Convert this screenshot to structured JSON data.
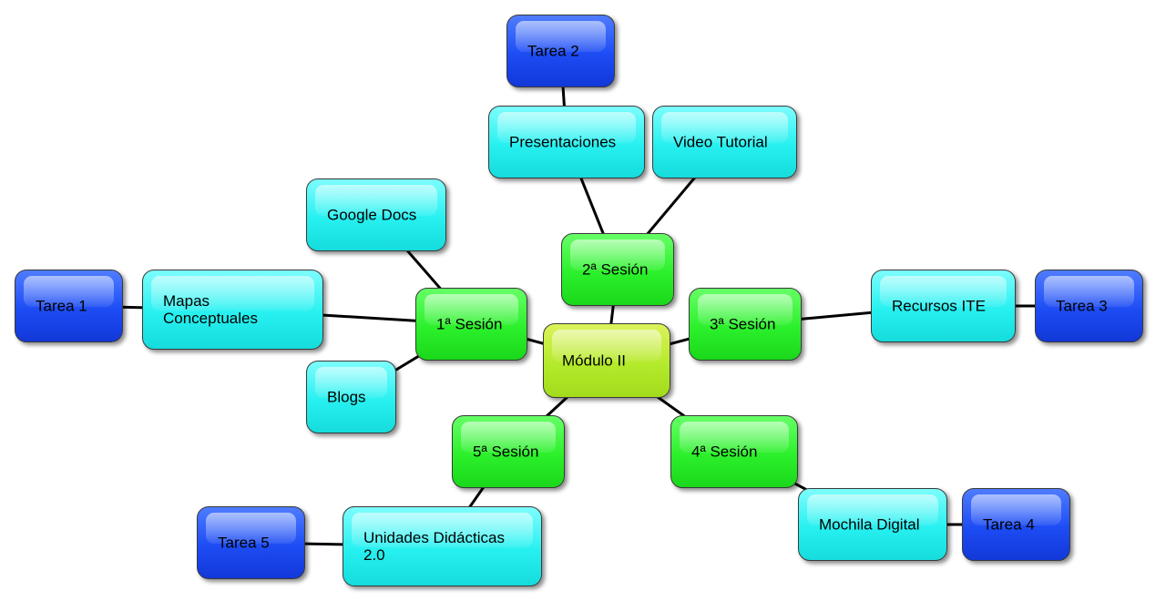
{
  "diagram": {
    "colors": {
      "root": "#b4ea2c",
      "session": "#2cf02c",
      "topic": "#27f0f0",
      "task": "#1d4cf4",
      "link": "#000000"
    },
    "nodes": {
      "modulo": {
        "label": "Módulo II",
        "kind": "root"
      },
      "s1": {
        "label": "1ª Sesión",
        "kind": "session"
      },
      "s2": {
        "label": "2ª Sesión",
        "kind": "session"
      },
      "s3": {
        "label": "3ª Sesión",
        "kind": "session"
      },
      "s4": {
        "label": "4ª Sesión",
        "kind": "session"
      },
      "s5": {
        "label": "5ª Sesión",
        "kind": "session"
      },
      "google_docs": {
        "label": "Google Docs",
        "kind": "topic"
      },
      "mapas": {
        "label": "Mapas\nConceptuales",
        "kind": "topic"
      },
      "blogs": {
        "label": "Blogs",
        "kind": "topic"
      },
      "presentaciones": {
        "label": "Presentaciones",
        "kind": "topic"
      },
      "video": {
        "label": "Video Tutorial",
        "kind": "topic"
      },
      "recursos": {
        "label": "Recursos ITE",
        "kind": "topic"
      },
      "mochila": {
        "label": "Mochila Digital",
        "kind": "topic"
      },
      "unidades": {
        "label": "Unidades Didácticas\n2.0",
        "kind": "topic"
      },
      "tarea1": {
        "label": "Tarea 1",
        "kind": "task"
      },
      "tarea2": {
        "label": "Tarea 2",
        "kind": "task"
      },
      "tarea3": {
        "label": "Tarea 3",
        "kind": "task"
      },
      "tarea4": {
        "label": "Tarea 4",
        "kind": "task"
      },
      "tarea5": {
        "label": "Tarea 5",
        "kind": "task"
      }
    },
    "edges": [
      [
        "modulo",
        "s1"
      ],
      [
        "modulo",
        "s2"
      ],
      [
        "modulo",
        "s3"
      ],
      [
        "modulo",
        "s4"
      ],
      [
        "modulo",
        "s5"
      ],
      [
        "s1",
        "google_docs"
      ],
      [
        "s1",
        "mapas"
      ],
      [
        "s1",
        "blogs"
      ],
      [
        "mapas",
        "tarea1"
      ],
      [
        "s2",
        "presentaciones"
      ],
      [
        "s2",
        "video"
      ],
      [
        "presentaciones",
        "tarea2"
      ],
      [
        "s3",
        "recursos"
      ],
      [
        "recursos",
        "tarea3"
      ],
      [
        "s4",
        "mochila"
      ],
      [
        "mochila",
        "tarea4"
      ],
      [
        "s5",
        "unidades"
      ],
      [
        "unidades",
        "tarea5"
      ]
    ]
  }
}
